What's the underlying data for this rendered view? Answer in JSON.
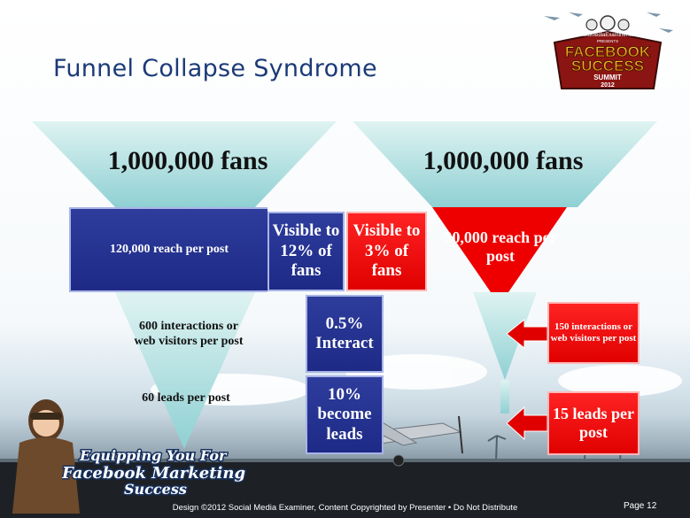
{
  "title": "Funnel Collapse Syndrome",
  "logo": {
    "site": "SocialMediaExaminer.com",
    "presents": "PRESENTS",
    "line1": "FACEBOOK",
    "line2": "SUCCESS",
    "line3": "SUMMIT",
    "year": "2012"
  },
  "left_funnel": {
    "fans": "1,000,000 fans",
    "reach": "120,000 reach per post",
    "interactions": "600 interactions or web visitors per post",
    "leads": "60 leads per post"
  },
  "right_funnel": {
    "fans": "1,000,000 fans",
    "reach": "30,000 reach per post",
    "interactions": "150 interactions or web  visitors per post",
    "leads": "15 leads per post"
  },
  "callouts": {
    "visible_12": "Visible to 12% of fans",
    "visible_3": "Visible to 3% of fans",
    "interact": "0.5% Interact",
    "become_leads": "10% become leads"
  },
  "tagline": {
    "line1": "Equipping You For",
    "line2": "Facebook Marketing",
    "line3": "Success"
  },
  "footer": "Design ©2012 Social Media Examiner, Content Copyrighted by Presenter  • Do Not Distribute",
  "page_number": "Page 12",
  "colors": {
    "title": "#1b3a78",
    "funnel_teal": "#a9dde0",
    "blue_box": "#1d2a86",
    "red_box": "#e00000"
  }
}
